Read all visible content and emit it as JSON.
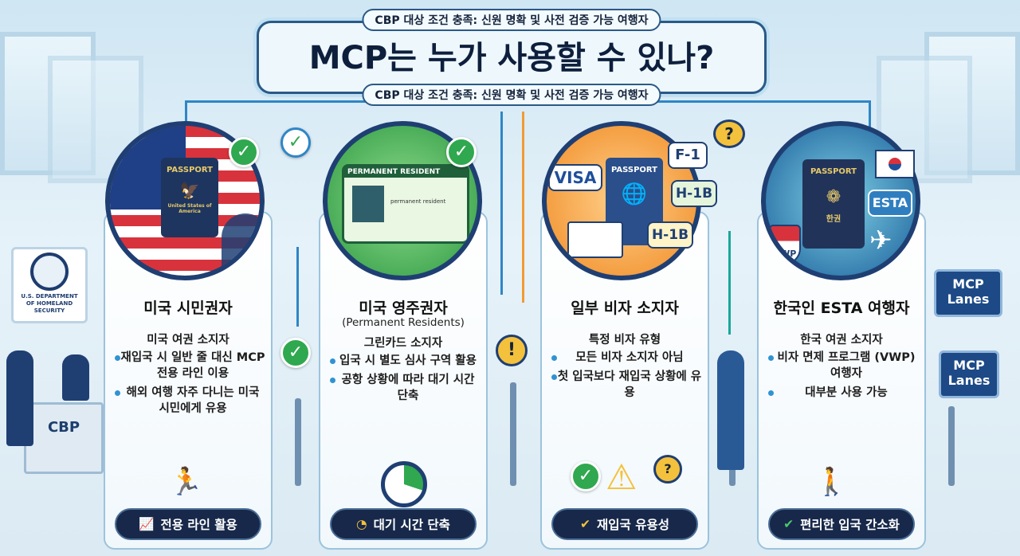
{
  "header": {
    "top_banner": "CBP 대상 조건 충족: 신원 명확 및 사전 검증 가능 여행자",
    "title": "MCP는 누가 사용할 수 있나?",
    "bottom_banner": "CBP 대상 조건 충족: 신원 명확 및 사전 검증 가능 여행자"
  },
  "scene": {
    "left_seal_text": "U.S. DEPARTMENT OF HOMELAND SECURITY",
    "desk_label": "CBP",
    "right_signs": [
      "MCP Lanes",
      "MCP Lanes"
    ]
  },
  "cards": [
    {
      "title": "미국 시민권자",
      "subtitle": "",
      "lead": "미국 여권 소지자",
      "bullets": [
        "재입국 시 일반 줄 대신 MCP 전용 라인 이용",
        "해외 여행 자주 다니는 미국 시민에게 유용"
      ],
      "button": "전용 라인 활용",
      "button_icon": "chart-up-icon",
      "color": "#c8323c",
      "art": {
        "passport": "PASSPORT",
        "passport_sub": "United States of America"
      }
    },
    {
      "title": "미국 영주권자",
      "subtitle": "(Permanent Residents)",
      "lead": "그린카드 소지자",
      "bullets": [
        "입국 시 별도 심사 구역 활용",
        "공항 상황에 따라 대기 시간 단축"
      ],
      "button": "대기 시간 단축",
      "button_icon": "clock-icon",
      "color": "#2f9a45",
      "art": {
        "card_label": "PERMANENT RESIDENT",
        "card_sub": "permanent resident"
      }
    },
    {
      "title": "일부 비자 소지자",
      "subtitle": "",
      "lead": "특정 비자 유형",
      "bullets": [
        "모든 비자 소지자 아님",
        "첫 입국보다 재입국 상황에 유용"
      ],
      "button": "재입국 유용성",
      "button_icon": "check-circle-icon",
      "color": "#f08a24",
      "art": {
        "visa": "VISA",
        "passport": "PASSPORT",
        "tags": [
          "F-1",
          "H-1B",
          "H-1B"
        ]
      }
    },
    {
      "title": "한국인 ESTA 여행자",
      "subtitle": "",
      "lead": "한국 여권 소지자",
      "bullets": [
        "비자 면제 프로그램 (VWP) 여행자",
        "대부분 사용 가능"
      ],
      "button": "편리한 입국 간소화",
      "button_icon": "check-circle-icon",
      "color": "#1f8fb0",
      "art": {
        "passport": "PASSPORT",
        "esta": "ESTA",
        "vwp": "VWP",
        "passport_kr": "한권"
      }
    }
  ]
}
